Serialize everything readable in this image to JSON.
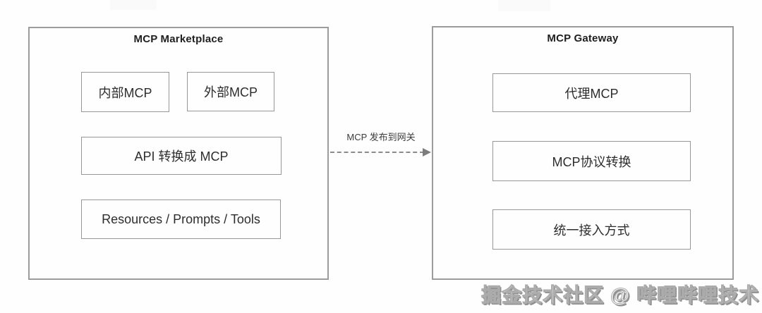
{
  "marketplace": {
    "title": "MCP Marketplace",
    "items": [
      "内部MCP",
      "外部MCP",
      "API 转换成 MCP",
      "Resources / Prompts / Tools"
    ]
  },
  "gateway": {
    "title": "MCP Gateway",
    "items": [
      "代理MCP",
      "MCP协议转换",
      "统一接入方式"
    ]
  },
  "connection": {
    "label": "MCP 发布到网关",
    "style": "dashed-arrow-right"
  },
  "watermark": "掘金技术社区 @ 哔哩哔哩技术",
  "colors": {
    "outer_border": "#9c9c9c",
    "inner_border": "#979797",
    "text": "#2d2d2d",
    "arrow": "#8b8b8b",
    "background": "#fefefe"
  }
}
